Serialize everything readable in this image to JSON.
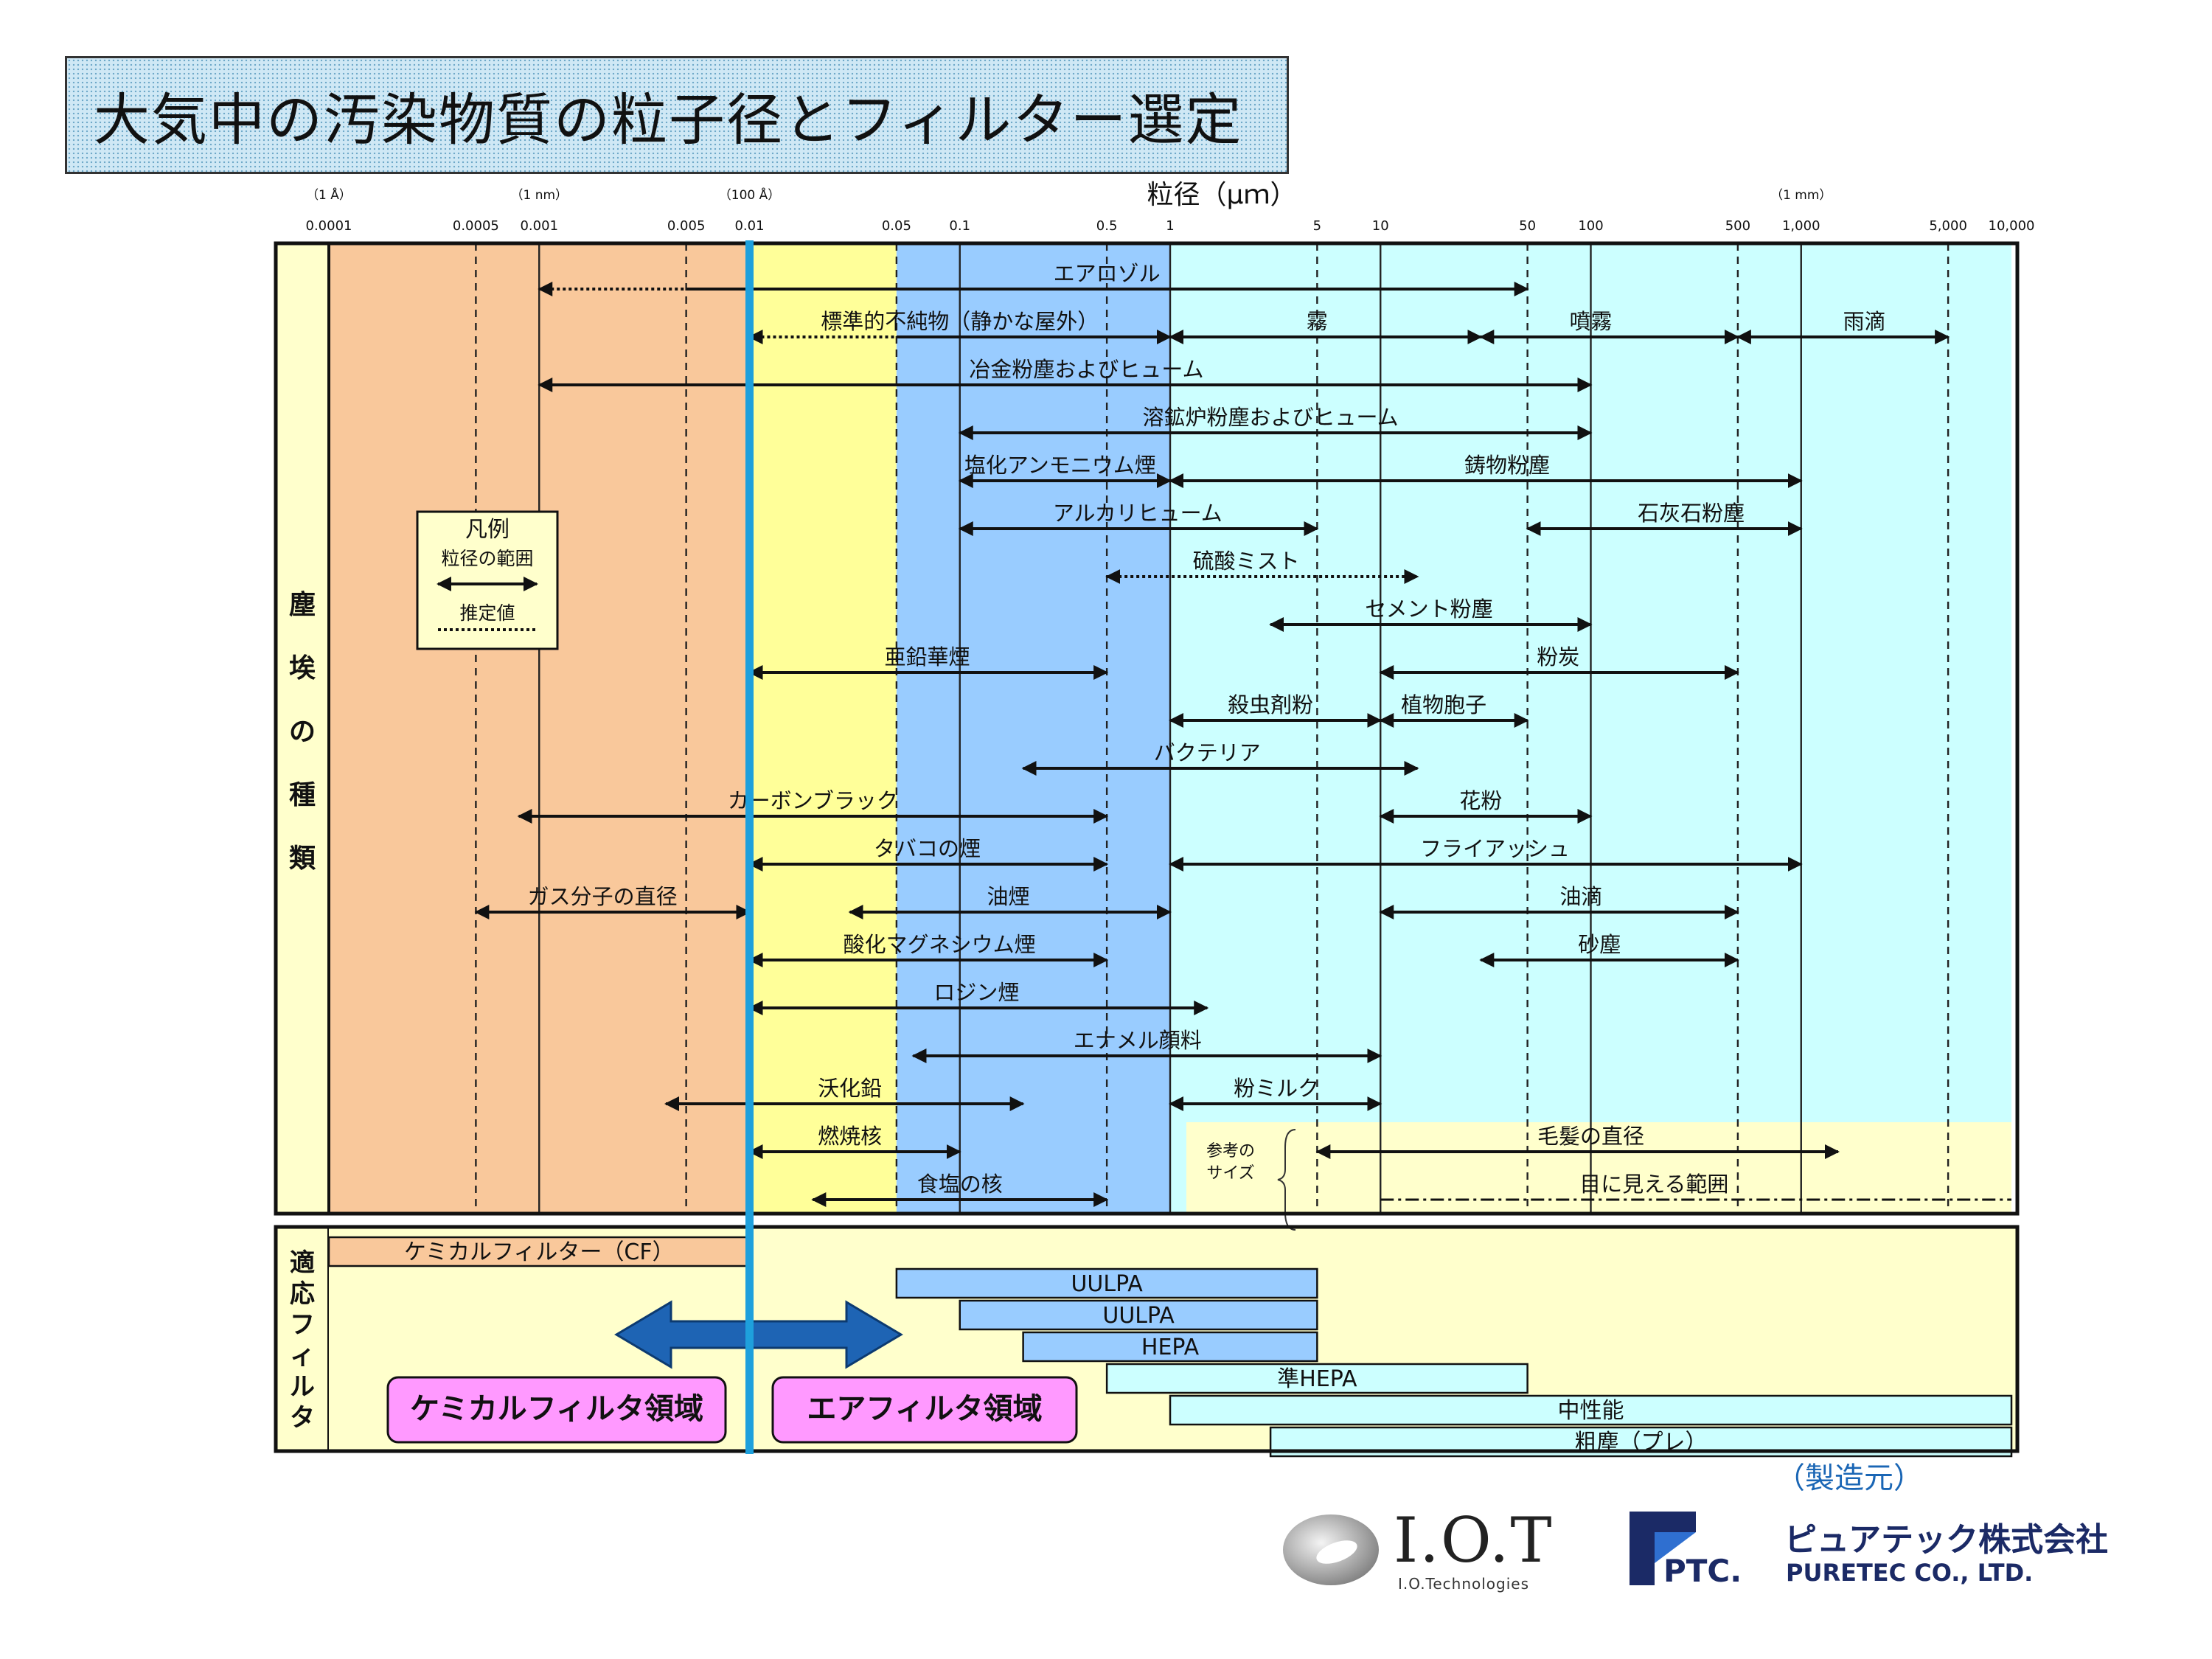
{
  "title": "大気中の汚染物質の粒子径とフィルター選定",
  "maker_label": "（製造元）",
  "logos": {
    "iot_name": "I.O.T",
    "iot_sub": "I.O.Technologies",
    "ptc_letters": "PTC.",
    "ptc_jp": "ピュアテック株式会社",
    "ptc_en": "PURETEC CO., LTD."
  },
  "chart_data": {
    "type": "range-chart",
    "x_scale": "log",
    "xlabel": "粒径（μｍ）",
    "xlim": [
      0.0001,
      10000
    ],
    "x_ticks": [
      {
        "v": 0.0001,
        "label": "0.0001"
      },
      {
        "v": 0.0005,
        "label": "0.0005"
      },
      {
        "v": 0.001,
        "label": "0.001"
      },
      {
        "v": 0.005,
        "label": "0.005"
      },
      {
        "v": 0.01,
        "label": "0.01"
      },
      {
        "v": 0.05,
        "label": "0.05"
      },
      {
        "v": 0.1,
        "label": "0.1"
      },
      {
        "v": 0.5,
        "label": "0.5"
      },
      {
        "v": 1,
        "label": "1"
      },
      {
        "v": 5,
        "label": "5"
      },
      {
        "v": 10,
        "label": "10"
      },
      {
        "v": 50,
        "label": "50"
      },
      {
        "v": 100,
        "label": "100"
      },
      {
        "v": 500,
        "label": "500"
      },
      {
        "v": 1000,
        "label": "1,000"
      },
      {
        "v": 5000,
        "label": "5,000"
      },
      {
        "v": 10000,
        "label": "10,000"
      }
    ],
    "unit_ticks": [
      {
        "v": 0.0001,
        "label": "（1 Å）"
      },
      {
        "v": 0.001,
        "label": "（1 nm）"
      },
      {
        "v": 0.01,
        "label": "（100 Å）"
      },
      {
        "v": 1000,
        "label": "（1 mm）"
      }
    ],
    "dashed_gridlines": [
      0.0005,
      0.005,
      0.05,
      0.5,
      5,
      50,
      500,
      5000
    ],
    "solid_gridlines": [
      0.001,
      0.1,
      1,
      10,
      100,
      1000
    ],
    "zones": [
      {
        "from": 0.0001,
        "to": 0.01,
        "color": "#f9c89b"
      },
      {
        "from": 0.01,
        "to": 0.05,
        "color": "#ffff99"
      },
      {
        "from": 0.05,
        "to": 1,
        "color": "#99ccff"
      },
      {
        "from": 1,
        "to": 10000,
        "color": "#ccffff"
      }
    ],
    "divider_value": 0.01,
    "divider_color": "#1ea0dc",
    "left_label_top": "塵埃の種類",
    "left_label_bottom": "適応フィルタ",
    "legend": {
      "title": "凡例",
      "range_label": "粒径の範囲",
      "estimate_label": "推定値"
    },
    "rows": [
      {
        "row": 0,
        "name": "エアロゾル",
        "label_at": 0.5,
        "segs": [
          {
            "from": 0.001,
            "to": 0.005,
            "style": "dotted"
          },
          {
            "from": 0.005,
            "to": 50,
            "style": "solid"
          }
        ]
      },
      {
        "row": 1,
        "name": "標準的不純物（静かな屋外）",
        "label_at": 0.1,
        "segs": [
          {
            "from": 0.01,
            "to": 0.05,
            "style": "dotted"
          },
          {
            "from": 0.05,
            "to": 1,
            "style": "solid"
          }
        ]
      },
      {
        "row": 1,
        "name": "霧",
        "label_at": 5,
        "segs": [
          {
            "from": 1,
            "to": 30,
            "style": "solid"
          }
        ]
      },
      {
        "row": 1,
        "name": "噴霧",
        "label_at": 100,
        "segs": [
          {
            "from": 30,
            "to": 500,
            "style": "solid"
          }
        ]
      },
      {
        "row": 1,
        "name": "雨滴",
        "label_at": 2000,
        "segs": [
          {
            "from": 500,
            "to": 5000,
            "style": "solid"
          }
        ]
      },
      {
        "row": 2,
        "name": "冶金粉塵およびヒューム",
        "label_at": 0.4,
        "segs": [
          {
            "from": 0.001,
            "to": 100,
            "style": "solid"
          }
        ]
      },
      {
        "row": 3,
        "name": "溶鉱炉粉塵およびヒューム",
        "label_at": 3,
        "segs": [
          {
            "from": 0.1,
            "to": 100,
            "style": "solid"
          }
        ]
      },
      {
        "row": 4,
        "name": "塩化アンモニウム煙",
        "label_at": 0.3,
        "segs": [
          {
            "from": 0.1,
            "to": 1,
            "style": "solid"
          }
        ]
      },
      {
        "row": 4,
        "name": "鋳物粉塵",
        "label_at": 40,
        "segs": [
          {
            "from": 1,
            "to": 1000,
            "style": "solid"
          }
        ]
      },
      {
        "row": 5,
        "name": "アルカリヒューム",
        "label_at": 0.7,
        "segs": [
          {
            "from": 0.1,
            "to": 5,
            "style": "solid"
          }
        ]
      },
      {
        "row": 5,
        "name": "石灰石粉塵",
        "label_at": 300,
        "segs": [
          {
            "from": 50,
            "to": 1000,
            "style": "solid"
          }
        ]
      },
      {
        "row": 6,
        "name": "硫酸ミスト",
        "label_at": 2.3,
        "segs": [
          {
            "from": 0.5,
            "to": 15,
            "style": "dotted"
          }
        ]
      },
      {
        "row": 7,
        "name": "セメント粉塵",
        "label_at": 17,
        "segs": [
          {
            "from": 3,
            "to": 100,
            "style": "solid"
          }
        ]
      },
      {
        "row": 8,
        "name": "亜鉛華煙",
        "label_at": 0.07,
        "segs": [
          {
            "from": 0.01,
            "to": 0.5,
            "style": "solid"
          }
        ]
      },
      {
        "row": 8,
        "name": "粉炭",
        "label_at": 70,
        "segs": [
          {
            "from": 10,
            "to": 500,
            "style": "solid"
          }
        ]
      },
      {
        "row": 9,
        "name": "殺虫剤粉",
        "label_at": 3,
        "segs": [
          {
            "from": 1,
            "to": 10,
            "style": "solid"
          }
        ]
      },
      {
        "row": 9,
        "name": "植物胞子",
        "label_at": 20,
        "segs": [
          {
            "from": 10,
            "to": 50,
            "style": "solid"
          }
        ]
      },
      {
        "row": 10,
        "name": "バクテリア",
        "label_at": 1.5,
        "segs": [
          {
            "from": 0.2,
            "to": 15,
            "style": "solid"
          }
        ]
      },
      {
        "row": 11,
        "name": "カーボンブラック",
        "label_at": 0.02,
        "segs": [
          {
            "from": 0.0008,
            "to": 0.5,
            "style": "solid"
          }
        ]
      },
      {
        "row": 11,
        "name": "花粉",
        "label_at": 30,
        "segs": [
          {
            "from": 10,
            "to": 100,
            "style": "solid"
          }
        ]
      },
      {
        "row": 12,
        "name": "タバコの煙",
        "label_at": 0.07,
        "segs": [
          {
            "from": 0.01,
            "to": 0.5,
            "style": "solid"
          }
        ]
      },
      {
        "row": 12,
        "name": "フライアッシュ",
        "label_at": 35,
        "segs": [
          {
            "from": 1,
            "to": 1000,
            "style": "solid"
          }
        ]
      },
      {
        "row": 13,
        "name": "ガス分子の直径",
        "label_at": 0.002,
        "segs": [
          {
            "from": 0.0005,
            "to": 0.01,
            "style": "solid"
          }
        ]
      },
      {
        "row": 13,
        "name": "油煙",
        "label_at": 0.17,
        "segs": [
          {
            "from": 0.03,
            "to": 1,
            "style": "solid"
          }
        ]
      },
      {
        "row": 13,
        "name": "油滴",
        "label_at": 90,
        "segs": [
          {
            "from": 10,
            "to": 500,
            "style": "solid"
          }
        ]
      },
      {
        "row": 14,
        "name": "酸化マグネシウム煙",
        "label_at": 0.08,
        "segs": [
          {
            "from": 0.01,
            "to": 0.5,
            "style": "solid"
          }
        ]
      },
      {
        "row": 14,
        "name": "砂塵",
        "label_at": 110,
        "segs": [
          {
            "from": 30,
            "to": 500,
            "style": "solid"
          }
        ]
      },
      {
        "row": 15,
        "name": "ロジン煙",
        "label_at": 0.12,
        "segs": [
          {
            "from": 0.01,
            "to": 1.5,
            "style": "solid"
          }
        ]
      },
      {
        "row": 16,
        "name": "エナメル顔料",
        "label_at": 0.7,
        "segs": [
          {
            "from": 0.06,
            "to": 10,
            "style": "solid"
          }
        ]
      },
      {
        "row": 17,
        "name": "沃化鉛",
        "label_at": 0.03,
        "segs": [
          {
            "from": 0.004,
            "to": 0.2,
            "style": "solid"
          }
        ]
      },
      {
        "row": 17,
        "name": "粉ミルク",
        "label_at": 3.2,
        "segs": [
          {
            "from": 1,
            "to": 10,
            "style": "solid"
          }
        ]
      },
      {
        "row": 18,
        "name": "燃焼核",
        "label_at": 0.03,
        "segs": [
          {
            "from": 0.01,
            "to": 0.1,
            "style": "solid"
          }
        ]
      },
      {
        "row": 18,
        "name": "毛髪の直径",
        "label_at": 100,
        "segs": [
          {
            "from": 5,
            "to": 1500,
            "style": "solid"
          }
        ]
      },
      {
        "row": 19,
        "name": "食塩の核",
        "label_at": 0.1,
        "segs": [
          {
            "from": 0.02,
            "to": 0.5,
            "style": "solid"
          }
        ]
      },
      {
        "row": 19,
        "name": "目に見える範囲",
        "label_at": 200,
        "segs": [
          {
            "from": 10,
            "to": 10000,
            "style": "dashdot"
          }
        ]
      }
    ],
    "reference": {
      "label_line1": "参考の",
      "label_line2": "サイズ",
      "from": 1,
      "to": 10000,
      "color": "#ffffcc"
    },
    "filters": [
      {
        "name": "ケミカルフィルター（CF）",
        "from": 0.0001,
        "to": 0.01,
        "color": "#f9c89b"
      },
      {
        "name": "UULPA",
        "from": 0.05,
        "to": 5,
        "color": "#99ccff"
      },
      {
        "name": "UULPA",
        "from": 0.1,
        "to": 5,
        "color": "#99ccff"
      },
      {
        "name": "HEPA",
        "from": 0.2,
        "to": 5,
        "color": "#99ccff"
      },
      {
        "name": "準HEPA",
        "from": 0.5,
        "to": 50,
        "color": "#ccffff"
      },
      {
        "name": "中性能",
        "from": 1,
        "to": 10000,
        "color": "#ccffff"
      },
      {
        "name": "粗塵（プレ）",
        "from": 3,
        "to": 10000,
        "color": "#ccffff"
      }
    ],
    "regions": {
      "chemical": "ケミカルフィルタ領域",
      "air": "エアフィルタ領域",
      "region_color": "#ff99ff",
      "arrow_color": "#1e64b4"
    }
  }
}
